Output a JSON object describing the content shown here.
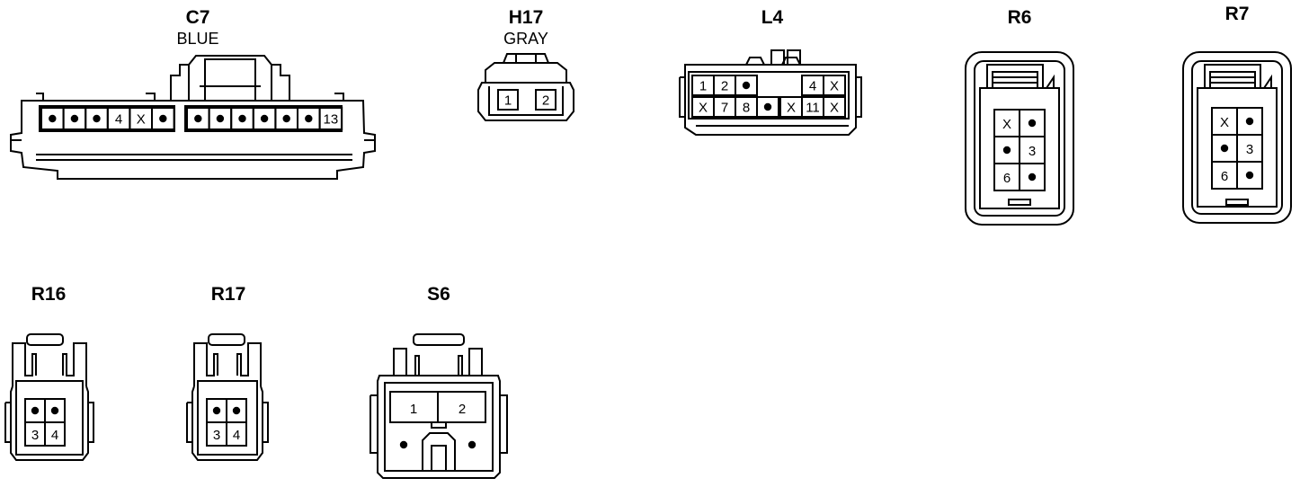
{
  "connectors": {
    "c7": {
      "title": "C7",
      "subtitle": "BLUE",
      "pins": [
        "•",
        "•",
        "•",
        "4",
        "X",
        "•",
        "•",
        "•",
        "•",
        "•",
        "•",
        "•",
        "13"
      ]
    },
    "h17": {
      "title": "H17",
      "subtitle": "GRAY",
      "pins": [
        "1",
        "2"
      ]
    },
    "l4": {
      "title": "L4",
      "pins": [
        "1",
        "2",
        "•",
        "4",
        "X",
        "X",
        "7",
        "8",
        "•",
        "X",
        "11",
        "X"
      ]
    },
    "r6": {
      "title": "R6",
      "pins": [
        "X",
        "•",
        "•",
        "3",
        "6",
        "•"
      ]
    },
    "r7": {
      "title": "R7",
      "pins": [
        "X",
        "•",
        "•",
        "3",
        "6",
        "•"
      ]
    },
    "r16": {
      "title": "R16",
      "pins": [
        "•",
        "•",
        "3",
        "4"
      ]
    },
    "r17": {
      "title": "R17",
      "pins": [
        "•",
        "•",
        "3",
        "4"
      ]
    },
    "s6": {
      "title": "S6",
      "pins": [
        "1",
        "2",
        "•",
        "•"
      ]
    }
  }
}
